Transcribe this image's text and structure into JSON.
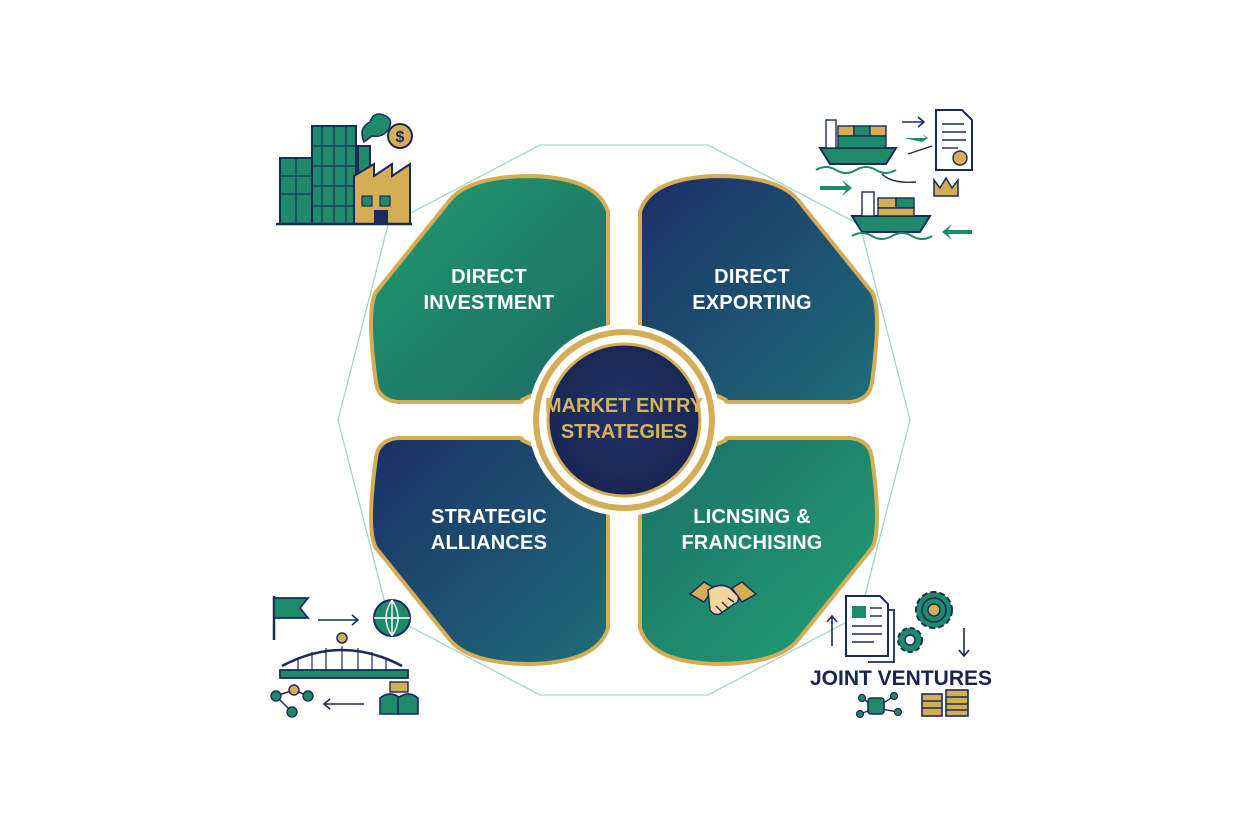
{
  "center": {
    "line1": "MARKET ENTRY",
    "line2": "STRATEGIES"
  },
  "quadrants": [
    {
      "id": "direct-investment",
      "line1": "DIRECT",
      "line2": "INVESTMENT"
    },
    {
      "id": "direct-exporting",
      "line1": "DIRECT",
      "line2": "EXPORTING"
    },
    {
      "id": "strategic-alliances",
      "line1": "STRATEGIC",
      "line2": "ALLIANCES"
    },
    {
      "id": "licensing-franchising",
      "line1": "LICNSING &",
      "line2": "FRANCHISING"
    }
  ],
  "corner_labels": {
    "joint_ventures": "JOINT VENTURES"
  },
  "icons": {
    "top_left": "city-factory-dollar-icon",
    "top_right": "shipping-export-icon",
    "bottom_left": "flag-globe-bridge-icon",
    "bottom_right": "documents-gears-coins-icon",
    "handshake": "handshake-icon",
    "dollar": "dollar-coin-icon"
  },
  "colors": {
    "green": "#1f9a6e",
    "navy": "#1b2a5c",
    "teal": "#1f6e78",
    "gold": "#d4ad55",
    "outline": "#9fd3bd"
  }
}
